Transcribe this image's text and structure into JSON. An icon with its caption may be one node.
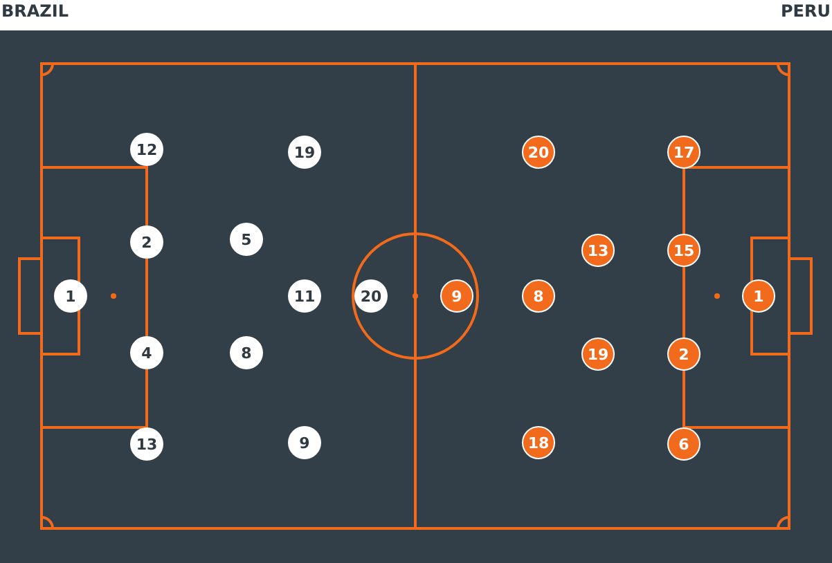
{
  "diagram": {
    "nodes": [
      {
        "text": [
          "1"
        ]
      },
      {
        "text": [
          "12"
        ]
      },
      {
        "text": [
          "2"
        ]
      },
      {
        "text": [
          "4"
        ]
      },
      {
        "text": [
          "13"
        ]
      },
      {
        "text": [
          "19"
        ]
      },
      {
        "text": [
          "5"
        ]
      },
      {
        "text": [
          "11"
        ]
      },
      {
        "text": [
          "8"
        ]
      },
      {
        "text": [
          "9"
        ]
      },
      {
        "text": [
          "20"
        ]
      },
      {
        "text": [
          "9"
        ]
      },
      {
        "text": [
          "20"
        ]
      },
      {
        "text": [
          "8"
        ]
      },
      {
        "text": [
          "18"
        ]
      },
      {
        "text": [
          "13"
        ]
      },
      {
        "text": [
          "19"
        ]
      },
      {
        "text": [
          "17"
        ]
      },
      {
        "text": [
          "15"
        ]
      },
      {
        "text": [
          "2"
        ]
      },
      {
        "text": [
          "6"
        ]
      },
      {
        "text": [
          "1"
        ]
      }
    ],
    "labels": [
      "BRAZIL",
      "PERU"
    ]
  }
}
